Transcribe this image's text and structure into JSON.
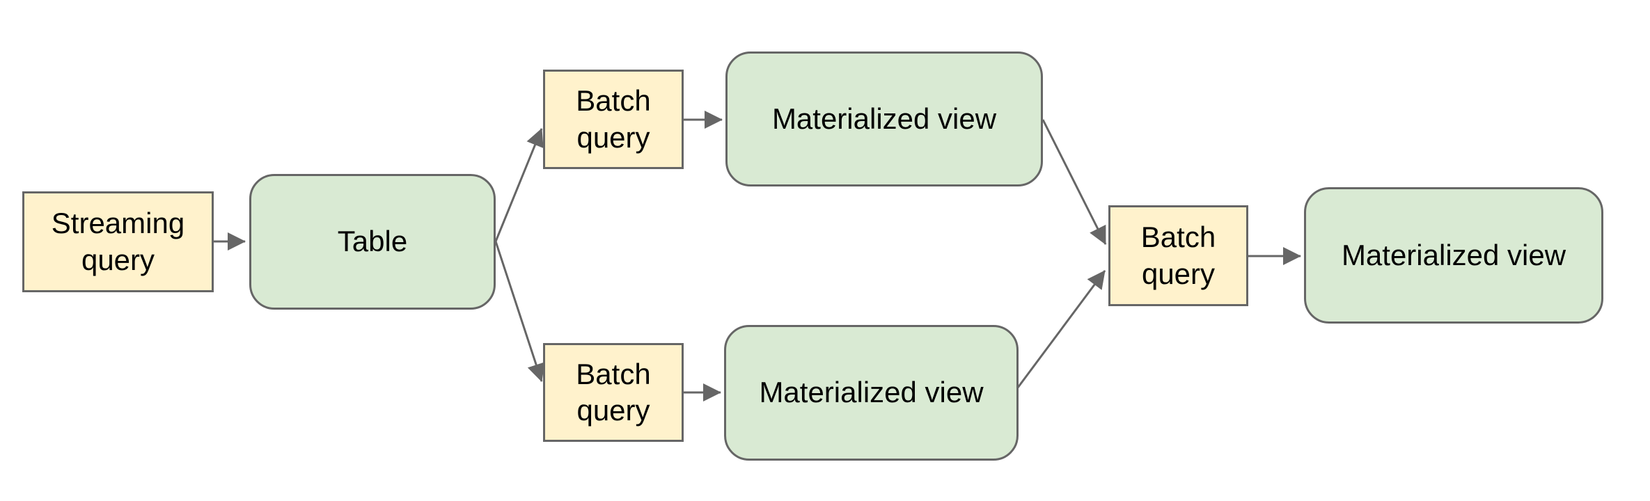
{
  "diagram": {
    "colors": {
      "background": "#ffffff",
      "query_node_fill": "#fff2cc",
      "view_node_fill": "#d9ead3",
      "node_border": "#666666",
      "connector": "#666666",
      "text": "#000000"
    },
    "nodes": [
      {
        "id": "streaming-query",
        "label": "Streaming query",
        "kind": "query"
      },
      {
        "id": "table",
        "label": "Table",
        "kind": "view"
      },
      {
        "id": "batch-query-top",
        "label": "Batch query",
        "kind": "query"
      },
      {
        "id": "materialized-view-top",
        "label": "Materialized view",
        "kind": "view"
      },
      {
        "id": "batch-query-bottom",
        "label": "Batch query",
        "kind": "query"
      },
      {
        "id": "materialized-view-bottom",
        "label": "Materialized view",
        "kind": "view"
      },
      {
        "id": "batch-query-final",
        "label": "Batch query",
        "kind": "query"
      },
      {
        "id": "materialized-view-final",
        "label": "Materialized view",
        "kind": "view"
      }
    ],
    "edges": [
      {
        "from": "streaming-query",
        "to": "table"
      },
      {
        "from": "table",
        "to": "batch-query-top"
      },
      {
        "from": "table",
        "to": "batch-query-bottom"
      },
      {
        "from": "batch-query-top",
        "to": "materialized-view-top"
      },
      {
        "from": "batch-query-bottom",
        "to": "materialized-view-bottom"
      },
      {
        "from": "materialized-view-top",
        "to": "batch-query-final"
      },
      {
        "from": "materialized-view-bottom",
        "to": "batch-query-final"
      },
      {
        "from": "batch-query-final",
        "to": "materialized-view-final"
      }
    ]
  }
}
